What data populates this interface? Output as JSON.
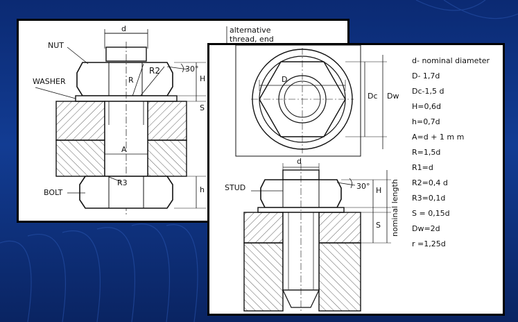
{
  "left_drawing": {
    "labels": {
      "d": "d",
      "alternative": "alternative",
      "thread_end": "thread, end",
      "nut": "NUT",
      "washer": "WASHER",
      "bolt": "BOLT",
      "angle": "30°",
      "r2": "R2",
      "r": "R",
      "h_upper": "H",
      "s": "S",
      "a": "A",
      "r3": "R3",
      "h_lower": "h"
    }
  },
  "right_drawing": {
    "labels": {
      "d_top": "D",
      "dc": "Dc",
      "dw": "Dw",
      "d_stud": "d",
      "stud": "STUD",
      "angle": "30°",
      "h": "H",
      "s": "S",
      "nominal_length": "nominal length"
    },
    "formulas": [
      "d- nominal diameter",
      "D- 1,7d",
      "Dc-1,5 d",
      "H=0,6d",
      "h=0,7d",
      "A=d + 1 m m",
      "R=1,5d",
      "R1=d",
      "R2=0,4 d",
      "R3=0,1d",
      "S = 0,15d",
      "Dw=2d",
      "r =1,25d"
    ]
  }
}
